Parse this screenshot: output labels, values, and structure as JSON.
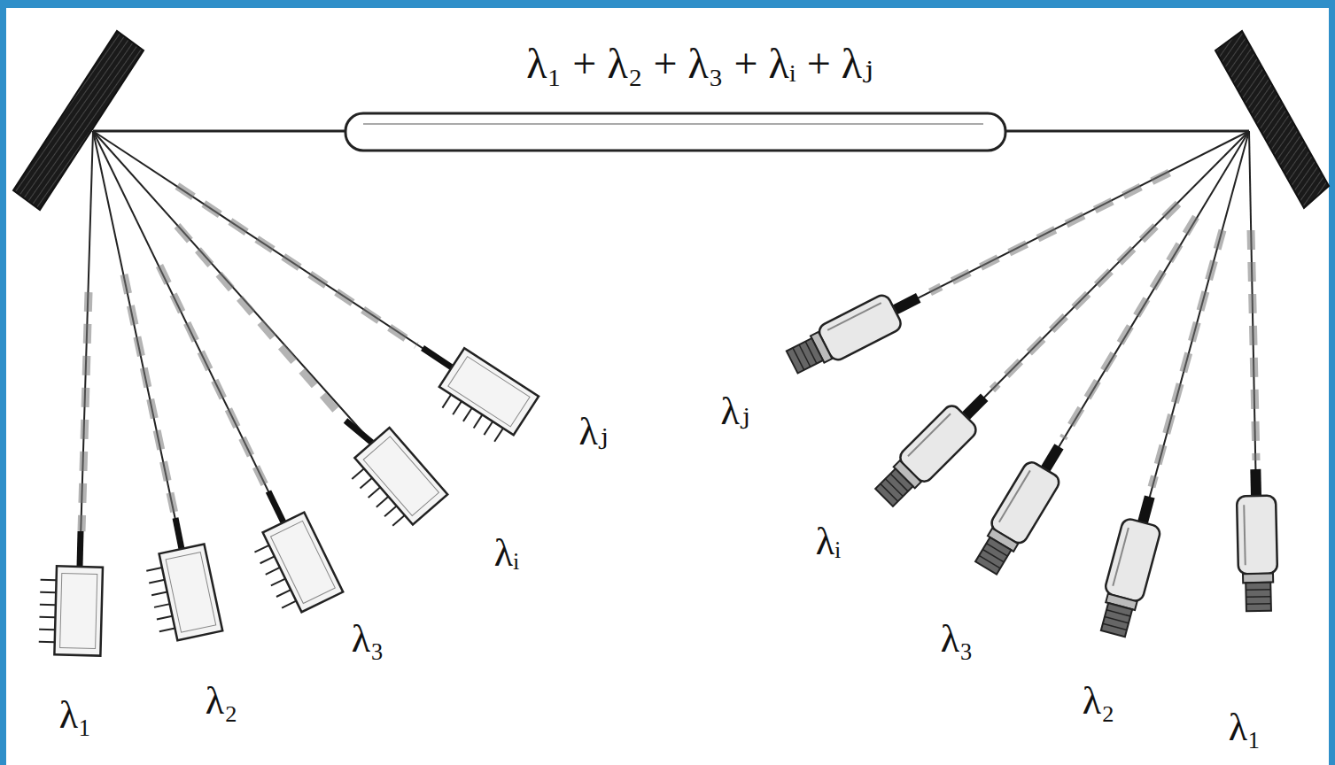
{
  "diagram": {
    "labels": [
      "λ₁ + λ₂ + λ₃ + λᵢ + λⱼ",
      "λ₁",
      "λ₂",
      "λ₃",
      "λᵢ",
      "λⱼ",
      "λⱼ",
      "λᵢ",
      "λ₃",
      "λ₂",
      "λ₁"
    ]
  }
}
